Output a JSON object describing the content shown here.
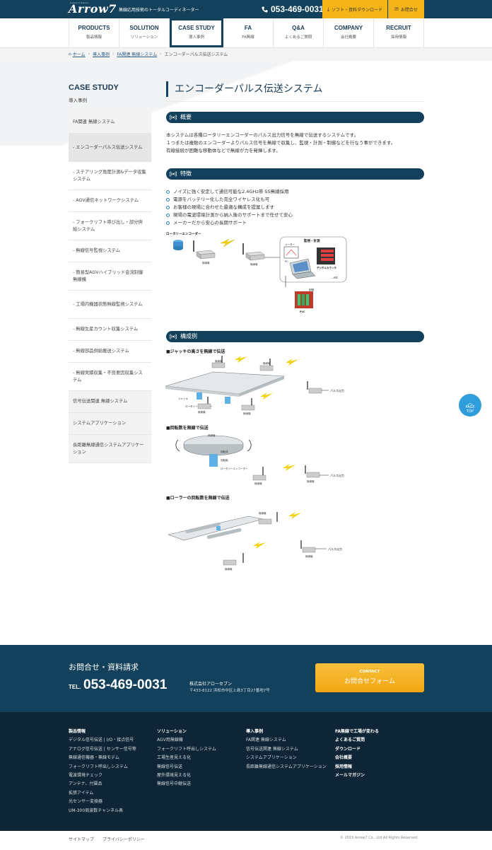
{
  "header": {
    "logo": "Arrow7",
    "logo_sub": "Pursuit to Passion",
    "tagline": "無線応用技術のトータルコーディネーター",
    "phone": "053-469-0031",
    "download_label": "ソフト・資料ダウンロード",
    "mail_label": "お問合せ"
  },
  "nav": [
    {
      "en": "PRODUCTS",
      "ja": "製品情報"
    },
    {
      "en": "SOLUTION",
      "ja": "ソリューション"
    },
    {
      "en": "CASE STUDY",
      "ja": "導入事例"
    },
    {
      "en": "FA",
      "ja": "FA無線"
    },
    {
      "en": "Q&A",
      "ja": "よくあるご質問"
    },
    {
      "en": "COMPANY",
      "ja": "会社概要"
    },
    {
      "en": "RECRUIT",
      "ja": "採用情報"
    }
  ],
  "breadcrumb": [
    "ホーム",
    "導入事例",
    "FA関連 無線システム",
    "エンコーダーパルス伝送システム"
  ],
  "sidebar": {
    "title": "CASE STUDY",
    "subtitle": "導入事例",
    "items": [
      "FA関連 無線システム",
      "- エンコーダーパルス伝送システム",
      "- ステアリング角度計測&データ収集システム",
      "- AGV通信ネットワークシステム",
      "- フォークリフト呼び出し・部分供給システム",
      "- 無線信号監視システム",
      "- 簡易型AGVハイブリッド会流制御無線機",
      "- 工場内機器状態無線監視システム",
      "- 無線生産カウント収集システム",
      "- 無線部品供給搬送システム",
      "- 無線実績収集・不良要因収集システム",
      "信号伝送関連 無線システム",
      "システムアプリケーション",
      "長距離無線通信システムアプリケーション"
    ]
  },
  "main": {
    "title": "エンコーダーパルス伝送システム",
    "sec1": "概要",
    "overview": [
      "本システムは各種ロータリーエンコーダーのパルス出力信号を無線で伝送するシステムです。",
      "１つまたは複数のエンコーダーよりパルス信号を無線で収集し、監視・計測・制御などを行なう事ができます。",
      "有線接続が困難な移動体などで無線が力を発揮します。"
    ],
    "sec2": "特徴",
    "features": [
      "ノイズに強く安定して通信可能な2.4GHz帯 SS無線採用",
      "電源をバッテリー化した完全ワイヤレス化も可",
      "お客様の現場に合わせた最適な構成を提案します",
      "現場の電波環境計測から納入後のサポートまで任せて安心",
      "メーカーだから安心の長期サポート"
    ],
    "diagram1": {
      "encoder": "ロータリーエンコーダー",
      "device": "無線機",
      "monitor": "監視・計測",
      "meter": "メーター",
      "counter": "デジタルカウンタ",
      "pc": "PC",
      "etc": "…etc",
      "control": "制御",
      "plc": "PLC"
    },
    "sec3": "構成例",
    "ex1": "■ジャッキの高さを無線で伝送",
    "ex2": "■回転数を無線で伝送",
    "ex3": "■ローラーの回転数を無線で伝送",
    "labels": {
      "device": "無線機",
      "pulse": "パルス出力",
      "jack": "ジャッキ",
      "encoder": "ロータリーエンコーダー",
      "turntable": "回転体",
      "axis": "回転軸"
    }
  },
  "pagetop": [
    "PAGE",
    "TOP"
  ],
  "contact": {
    "title": "お問合せ・資料請求",
    "tel_label": "TEL.",
    "tel": "053-469-0031",
    "company": "株式会社アローセブン",
    "address": "〒433-8122 浜松市中区上島3丁目27番地7号",
    "cta_small": "CONTACT",
    "cta_big": "お問合せフォーム"
  },
  "footer": {
    "col1": [
      "製品情報",
      "デジタル信号伝送 | I/O・接点信号",
      "アナログ信号伝送 | センサー信号等",
      "無線通信機器・無線モデム",
      "フォークリフト呼出しシステム",
      "電波環境チェック",
      "アンテナ、付属品",
      "拡張アイテム",
      "光センサー変換器",
      "UM-300周波数チャンネル表"
    ],
    "col2": [
      "ソリューション",
      "AGV用無線機",
      "フォークリフト呼出しシステム",
      "工場生産見える化",
      "無線信号伝送",
      "屋外環境見える化",
      "無線信号中継伝送"
    ],
    "col3": [
      "導入事例",
      "FA関連 無線システム",
      "信号伝送関連 無線システム",
      "システムアプリケーション",
      "長距離無線通信システムアプリケーション"
    ],
    "col4": [
      "FA無線で工場が変わる",
      "よくあるご質問",
      "ダウンロード",
      "会社概要",
      "採用情報",
      "メールマガジン"
    ],
    "sitemap": "サイトマップ",
    "privacy": "プライバシーポリシー",
    "copyright": "© 2015 Arrow7 Co., Ltd.All Rights Reserved."
  },
  "colors": {
    "navy": "#13405a",
    "accent": "#f5b417",
    "bullet": "#2f7fb7",
    "pagetop": "#2f9ddc"
  }
}
